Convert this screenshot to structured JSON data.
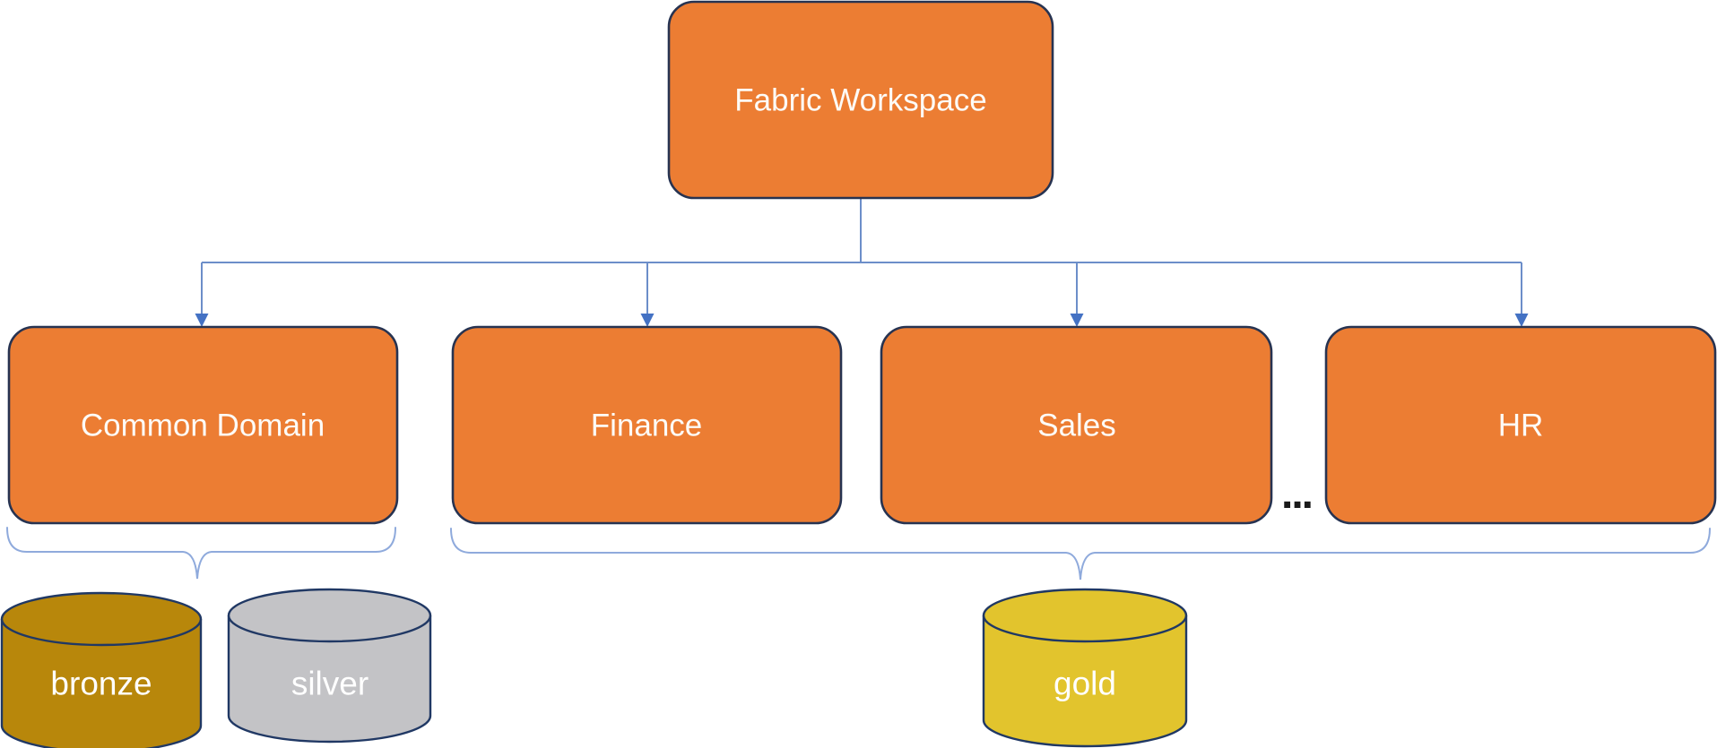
{
  "diagram": {
    "root": {
      "label": "Fabric Workspace"
    },
    "domains": [
      {
        "label": "Common Domain"
      },
      {
        "label": "Finance"
      },
      {
        "label": "Sales"
      },
      {
        "label": "HR"
      }
    ],
    "ellipsis": "...",
    "datastores": [
      {
        "label": "bronze",
        "fill": "#B8870B"
      },
      {
        "label": "silver",
        "fill": "#C3C3C6"
      },
      {
        "label": "gold",
        "fill": "#E2C42D"
      }
    ],
    "colors": {
      "node_fill": "#EC7D33",
      "node_border": "#273351",
      "node_text": "#FDFBF7",
      "connector_line": "#6C8EC9",
      "connector_arrow": "#4472C4",
      "brace": "#8FAADC",
      "cylinder_border": "#203864",
      "cylinder_text": "#FFFFFF",
      "ellipsis_color": "#1A1A1A"
    }
  }
}
